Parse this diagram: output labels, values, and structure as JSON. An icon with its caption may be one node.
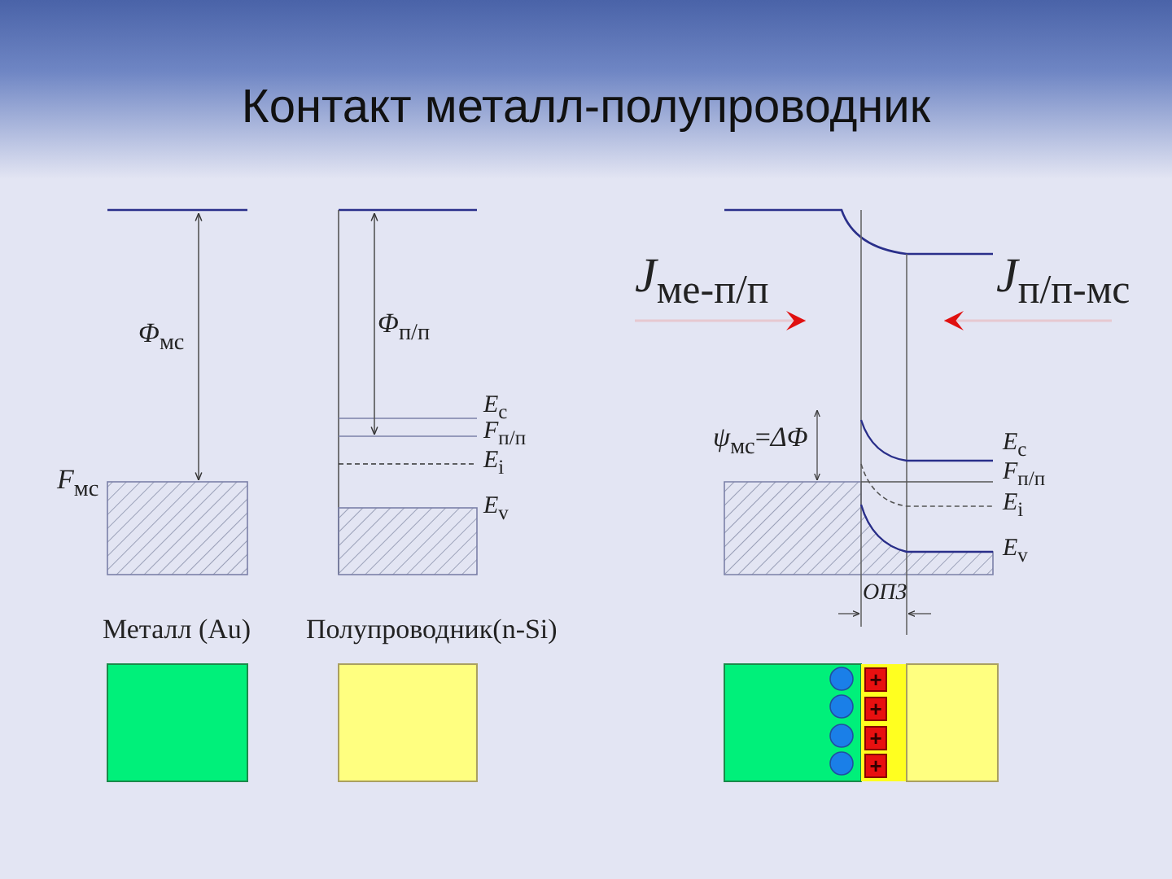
{
  "diagram": {
    "title": "Контакт металл-полупроводник",
    "labels": [
      "*Φ*$_{мс}$",
      "*F*$_{мс}$",
      "*Φ*$_{п/п}$",
      "*E*$_{c}$",
      "*F*$_{п/п}$",
      "*E*$_{i}$",
      "*E*$_{v}$",
      "Металл (Au)",
      "Полупроводник(n-Si)",
      "*J*$_{ме-п/п}$",
      "*J*$_{п/п-мс}$",
      "*ψ*$_{мс}$=*ΔΦ*",
      "*E*$_{c}$",
      "*F*$_{п/п}$",
      "*E*$_{i}$",
      "*E*$_{v}$",
      "*ОПЗ*",
      "+",
      "+",
      "+",
      "+"
    ]
  }
}
